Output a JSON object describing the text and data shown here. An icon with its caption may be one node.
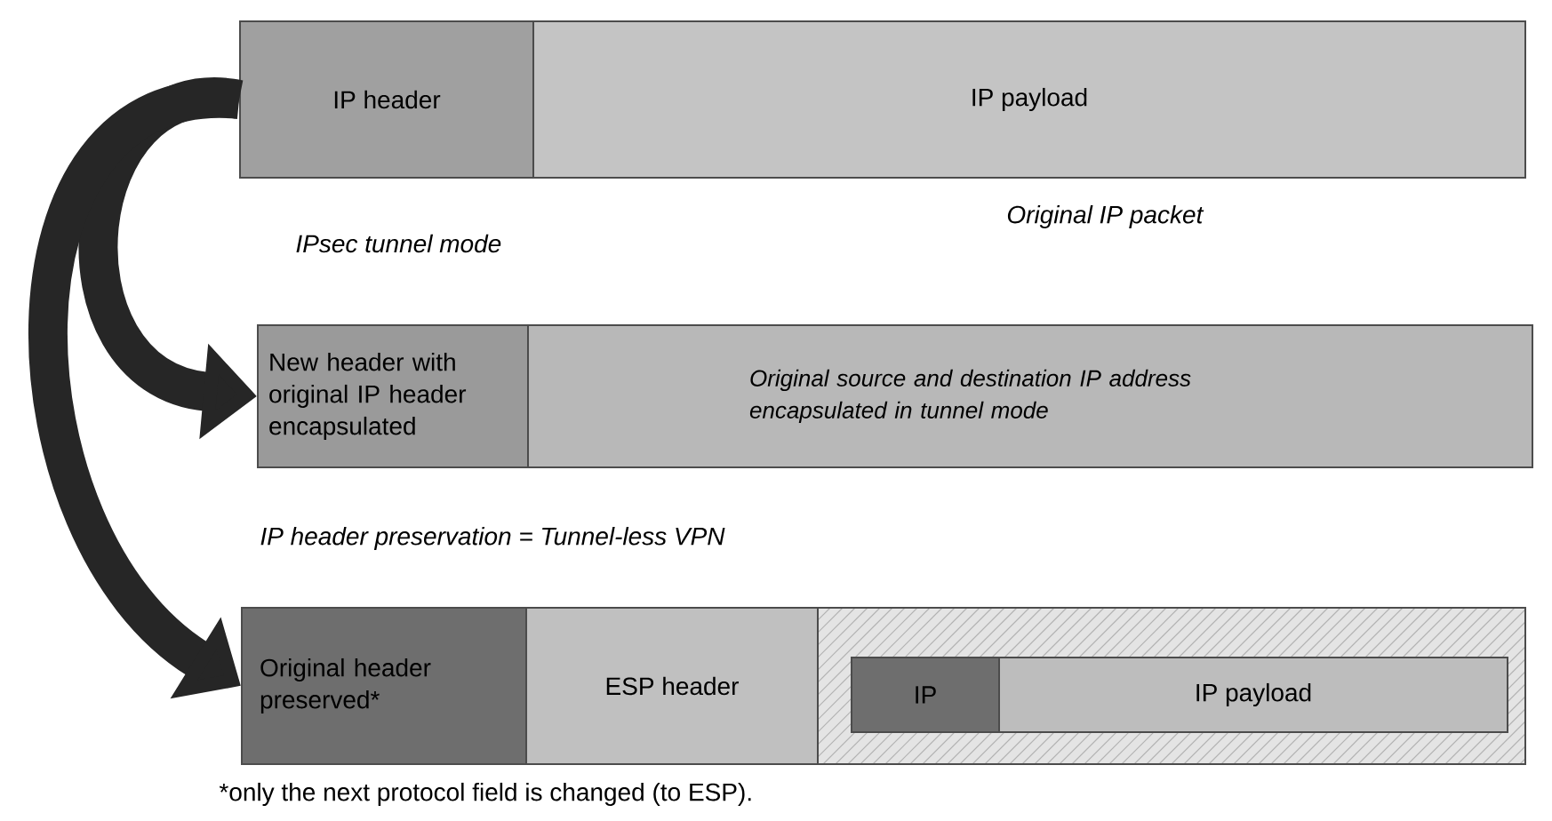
{
  "diagram": {
    "nodes": [
      {
        "text": [
          "IP header"
        ]
      },
      {
        "text": [
          "IP payload"
        ]
      },
      {
        "text": [
          "New header with original IP header encapsulated"
        ]
      },
      {
        "text": [
          "Original source and destination IP address encapsulated in tunnel mode"
        ]
      },
      {
        "text": [
          "Original header preserved*"
        ]
      },
      {
        "text": [
          "ESP header"
        ]
      },
      {
        "text": [],
        "shape": "box"
      },
      {
        "text": [
          "IP"
        ],
        "in": 6
      },
      {
        "text": [
          "IP payload"
        ],
        "in": 6
      }
    ],
    "edges": [
      {
        "from": 0,
        "to": 2,
        "arrow": "to"
      },
      {
        "from": 0,
        "to": 4,
        "arrow": "to"
      }
    ],
    "labels": [
      "Original IP packet",
      "IPsec tunnel mode",
      "IP header preservation = Tunnel-less VPN",
      "*only the next protocol field is changed (to ESP)."
    ]
  }
}
